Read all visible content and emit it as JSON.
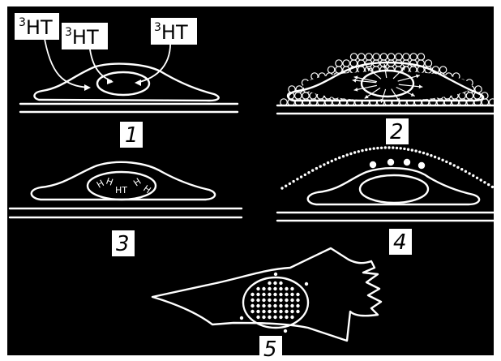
{
  "labels": {
    "tracer_1": "HT",
    "tracer_2": "HT",
    "tracer_3": "HT",
    "tracer_sup": "3",
    "nucleus_h": "H",
    "nucleus_ht": "HT"
  },
  "panels": [
    {
      "number": "1"
    },
    {
      "number": "2"
    },
    {
      "number": "3"
    },
    {
      "number": "4"
    },
    {
      "number": "5"
    }
  ],
  "colors": {
    "background": "#000000",
    "foreground": "#ffffff",
    "frame": "#ffffff"
  }
}
